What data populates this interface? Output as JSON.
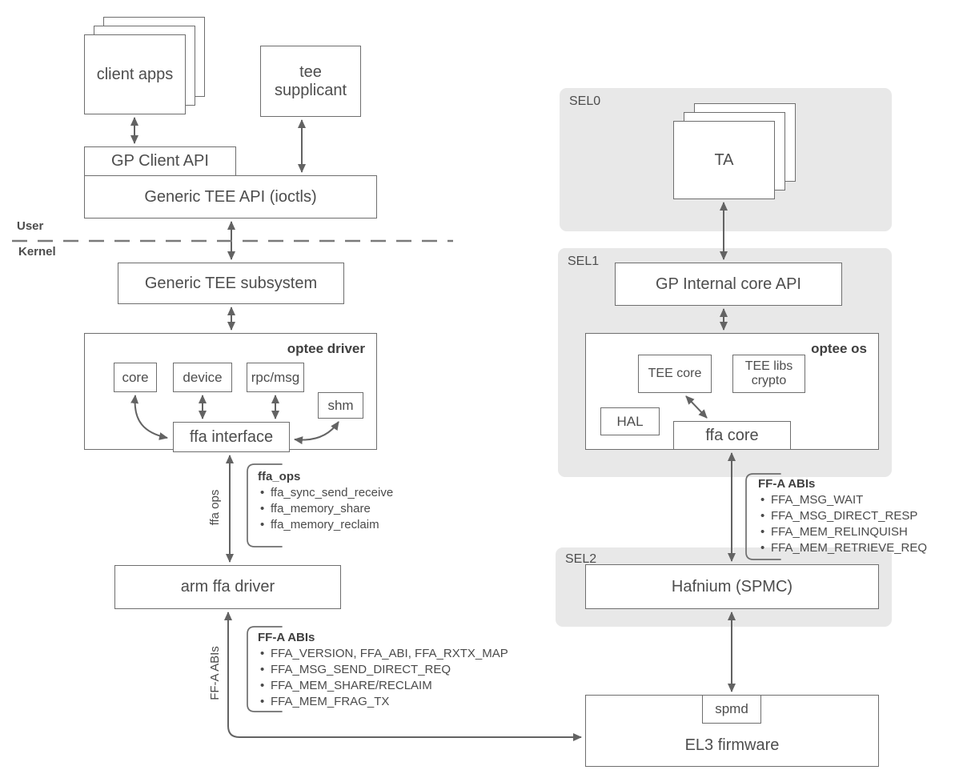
{
  "colors": {
    "region_bg": "#e8e8e8",
    "box_border": "#6e6e6e",
    "text": "#4d4d4d",
    "arrow": "#666666"
  },
  "left": {
    "client_apps_label": "client apps",
    "tee_supplicant_label": "tee supplicant",
    "gp_client_api_label": "GP Client API",
    "generic_tee_api_label": "Generic TEE API (ioctls)",
    "user_label": "User",
    "kernel_label": "Kernel",
    "generic_tee_subsystem_label": "Generic TEE subsystem",
    "optee_driver": {
      "title": "optee driver",
      "core": "core",
      "device": "device",
      "rpc_msg": "rpc/msg",
      "shm": "shm",
      "ffa_interface": "ffa interface"
    },
    "ffa_ops_arrow_label": "ffa ops",
    "ffa_ops_list": {
      "title": "ffa_ops",
      "items": [
        "ffa_sync_send_receive",
        "ffa_memory_share",
        "ffa_memory_reclaim"
      ]
    },
    "arm_ffa_driver_label": "arm ffa driver",
    "ffa_abis_arrow_label": "FF-A ABIs",
    "ffa_abis_list": {
      "title": "FF-A ABIs",
      "items": [
        "FFA_VERSION, FFA_ABI, FFA_RXTX_MAP",
        "FFA_MSG_SEND_DIRECT_REQ",
        "FFA_MEM_SHARE/RECLAIM",
        "FFA_MEM_FRAG_TX"
      ]
    }
  },
  "right": {
    "sel0_label": "SEL0",
    "ta_label": "TA",
    "sel1_label": "SEL1",
    "gp_internal_core_api_label": "GP Internal core API",
    "optee_os": {
      "title": "optee os",
      "tee_core": "TEE core",
      "tee_libs_crypto": "TEE libs crypto",
      "hal": "HAL",
      "ffa_core": "ffa core"
    },
    "ffa_abis_list": {
      "title": "FF-A ABIs",
      "items": [
        "FFA_MSG_WAIT",
        "FFA_MSG_DIRECT_RESP",
        "FFA_MEM_RELINQUISH",
        "FFA_MEM_RETRIEVE_REQ"
      ]
    },
    "sel2_label": "SEL2",
    "hafnium_label": "Hafnium (SPMC)",
    "spmd_label": "spmd",
    "el3_label": "EL3 firmware"
  }
}
